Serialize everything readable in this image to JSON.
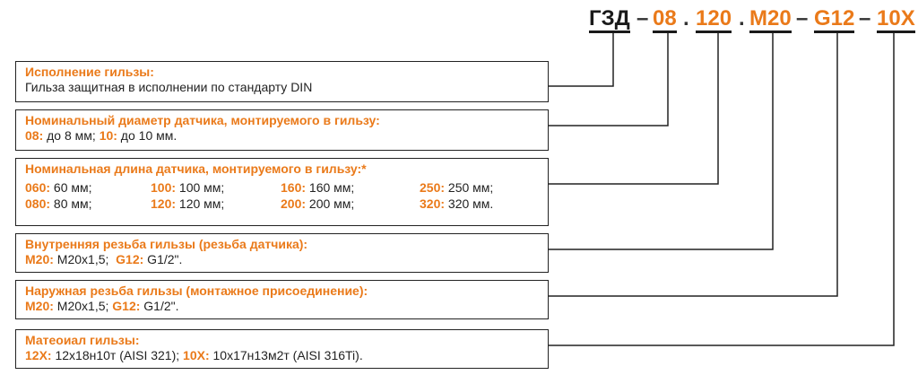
{
  "code": {
    "prefix": "ГЗД",
    "dash1": "–",
    "seg2": "08",
    "dot1": ".",
    "seg3": "120",
    "dot2": ".",
    "seg4": "M20",
    "dash2": "–",
    "seg5": "G12",
    "dash3": "–",
    "seg6": "10X"
  },
  "boxes": {
    "b1": {
      "title": "Исполнение гильзы:",
      "text": "Гильза защитная в исполнении по стандарту DIN"
    },
    "b2": {
      "title": "Номинальный диаметр датчика, монтируемого в гильзу:",
      "c1": "08:",
      "t1": " до 8 мм; ",
      "c2": "10:",
      "t2": " до 10 мм."
    },
    "b3": {
      "title": "Номинальная длина датчика, монтируемого в гильзу:*",
      "items": [
        {
          "code": "060:",
          "text": " 60 мм;"
        },
        {
          "code": "100:",
          "text": " 100 мм;"
        },
        {
          "code": "160:",
          "text": " 160 мм;"
        },
        {
          "code": "250:",
          "text": " 250 мм;"
        },
        {
          "code": "080:",
          "text": " 80 мм;"
        },
        {
          "code": "120:",
          "text": " 120 мм;"
        },
        {
          "code": "200:",
          "text": " 200 мм;"
        },
        {
          "code": "320:",
          "text": " 320 мм."
        }
      ]
    },
    "b4": {
      "title": "Внутренняя резьба гильзы (резьба датчика):",
      "c1": "M20:",
      "t1": " M20x1,5;  ",
      "c2": "G12:",
      "t2": " G1/2\"."
    },
    "b5": {
      "title": "Наружная резьба гильзы (монтажное присоединение):",
      "c1": "M20:",
      "t1": " M20x1,5; ",
      "c2": "G12:",
      "t2": " G1/2\"."
    },
    "b6": {
      "title": "Матеоиал гильзы:",
      "c1": "12X:",
      "t1": " 12х18н10т (AISI 321); ",
      "c2": "10X:",
      "t2": " 10х17н13м2т (AISI 316Ti)."
    }
  },
  "colors": {
    "accent": "#ea7a1a",
    "text": "#222222",
    "border": "#222222"
  }
}
